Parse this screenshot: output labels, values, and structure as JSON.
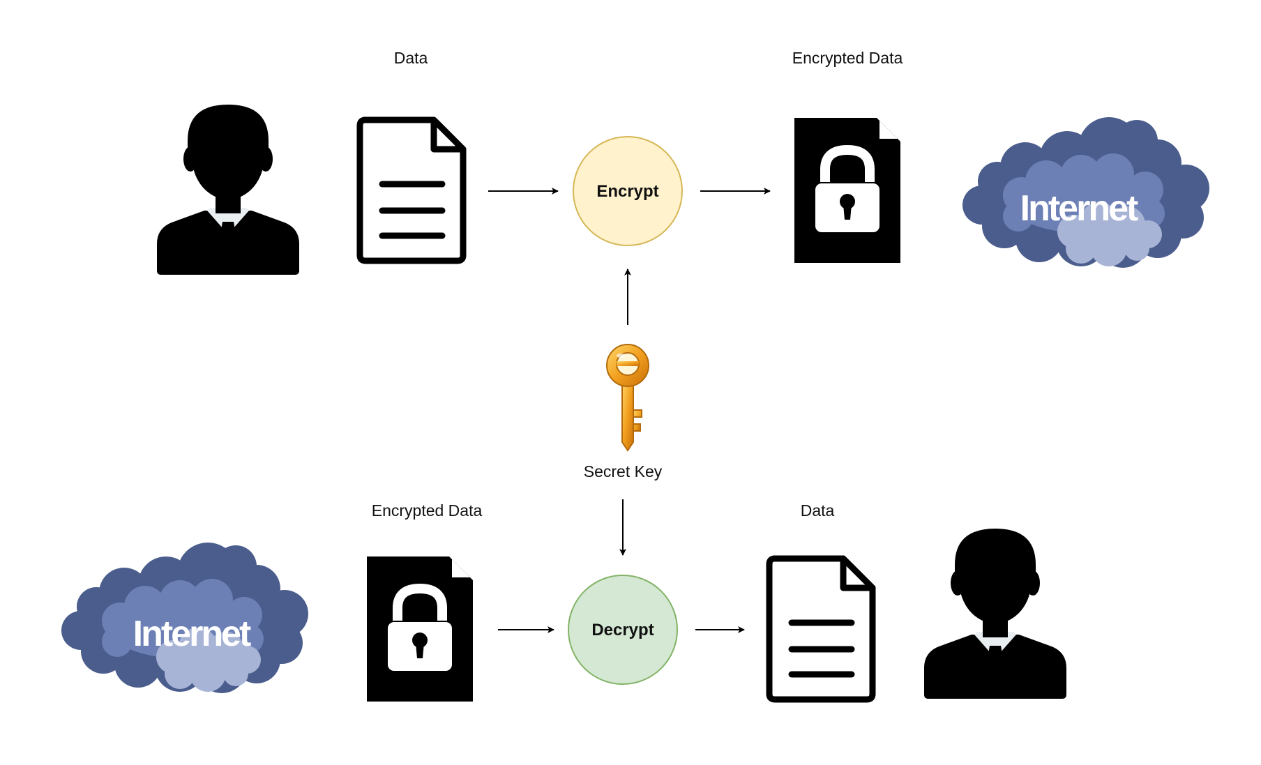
{
  "encryption": {
    "data_label": "Data",
    "encrypted_label": "Encrypted Data",
    "process_label": "Encrypt",
    "internet_label": "Internet"
  },
  "key": {
    "label": "Secret Key"
  },
  "decryption": {
    "data_label": "Data",
    "encrypted_label": "Encrypted Data",
    "process_label": "Decrypt",
    "internet_label": "Internet"
  },
  "icons": {
    "sender": "person-icon",
    "receiver": "person-icon",
    "document": "document-icon",
    "locked_document": "locked-document-icon",
    "cloud": "internet-cloud-icon",
    "key": "key-icon"
  },
  "colors": {
    "encrypt_fill": "#fff2cc",
    "encrypt_stroke": "#d6b656",
    "decrypt_fill": "#d5e8d4",
    "decrypt_stroke": "#82b366",
    "sender_face": "#bcc3c8",
    "sender_suit": "#2e4556",
    "receiver_face": "#7fb59c",
    "receiver_suit": "#2c5a4a",
    "cloud_dark": "#4a5d8c",
    "cloud_mid": "#6c80b5",
    "cloud_light": "#a8b4d6",
    "key_gold": "#f2a01f"
  }
}
